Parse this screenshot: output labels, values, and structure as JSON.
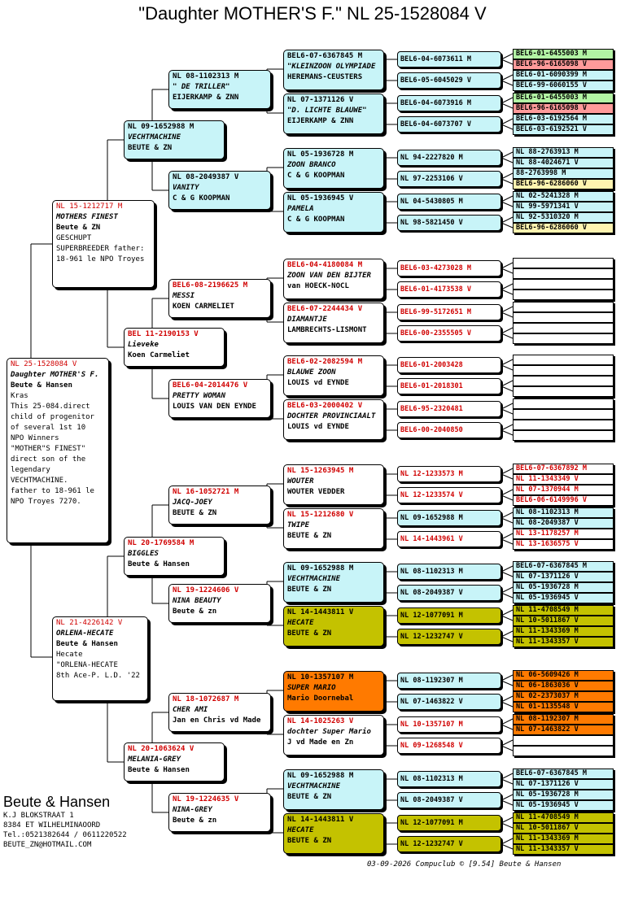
{
  "title": "\"Daughter MOTHER'S F.\"  NL  25-1528084 V",
  "subject": {
    "ring": "NL  25-1528084 V",
    "name": "Daughter MOTHER'S F.",
    "owner": "Beute & Hansen",
    "color": "Kras",
    "notes": [
      "This 25-084.direct",
      "child of progenitor",
      "of several 1st 10",
      "NPO Winners",
      "\"MOTHER\"S FINEST\"",
      "direct son of the",
      "legendary",
      "VECHTMACHINE.",
      "father to 18-961 le",
      "NPO Troyes 7270."
    ]
  },
  "sire": {
    "ring": "NL  15-1212717 M",
    "name": "MOTHERS FINEST",
    "owner": "Beute & ZN",
    "notes": [
      "GESCHUPT",
      "SUPERBREEDER father:",
      "18-961 le NPO Troyes"
    ]
  },
  "dam": {
    "ring": "NL  21-4226142 V",
    "name": "ORLENA-HECATE",
    "owner": "Beute & Hansen",
    "notes": [
      "Hecate",
      "\"ORLENA-HECATE",
      "8th Ace-P. L.D.  '22"
    ]
  },
  "gen2": [
    {
      "ring": "NL  09-1652988 M",
      "name": "VECHTMACHINE",
      "owner": "BEUTE & ZN"
    },
    {
      "ring": "BEL 11-2190153 V",
      "name": "Lieveke",
      "owner": "Koen Carmeliet"
    },
    {
      "ring": "NL  20-1769584 M",
      "name": "BIGGLES",
      "owner": "Beute & Hansen"
    },
    {
      "ring": "NL  20-1063624 V",
      "name": "MELANIA-GREY",
      "owner": "Beute & Hansen"
    }
  ],
  "gen3": [
    {
      "ring": "NL  08-1102313 M",
      "name": "\" DE TRILLER\"",
      "owner": "EIJERKAMP & ZNN"
    },
    {
      "ring": "NL  08-2049387 V",
      "name": "VANITY",
      "owner": "C & G KOOPMAN"
    },
    {
      "ring": "BEL6-08-2196625 M",
      "name": "MESSI",
      "owner": "KOEN CARMELIET"
    },
    {
      "ring": "BEL6-04-2014476 V",
      "name": "PRETTY WOMAN",
      "owner": "LOUIS VAN DEN EYNDE"
    },
    {
      "ring": "NL  16-1052721 M",
      "name": "JACQ-JOEY",
      "owner": "BEUTE & ZN"
    },
    {
      "ring": "NL  19-1224606 V",
      "name": "NINA BEAUTY",
      "owner": "Beute & zn"
    },
    {
      "ring": "NL  18-1072687 M",
      "name": "CHER AMI",
      "owner": "Jan en Chris vd Made"
    },
    {
      "ring": "NL  19-1224635 V",
      "name": "NINA-GREY",
      "owner": "Beute & zn"
    }
  ],
  "gen4": [
    {
      "ring": "BEL6-07-6367845 M",
      "name": "\"KLEINZOON OLYMPIADE",
      "owner": "HEREMANS-CEUSTERS"
    },
    {
      "ring": "NL  07-1371126 V",
      "name": "\"D. LICHTE BLAUWE\"",
      "owner": "EIJERKAMP & ZNN"
    },
    {
      "ring": "NL  05-1936728 M",
      "name": "ZOON BRANCO",
      "owner": "C & G KOOPMAN"
    },
    {
      "ring": "NL  05-1936945 V",
      "name": "PAMELA",
      "owner": "C & G KOOPMAN"
    },
    {
      "ring": "BEL6-04-4180084 M",
      "name": "ZOON VAN DEN BIJTER",
      "owner": "van HOECK-NOCL"
    },
    {
      "ring": "BEL6-07-2244434 V",
      "name": "DIAMANTJE",
      "owner": "LAMBRECHTS-LISMONT"
    },
    {
      "ring": "BEL6-02-2082594 M",
      "name": "BLAUWE ZOON",
      "owner": "LOUIS vd EYNDE"
    },
    {
      "ring": "BEL6-03-2000402 V",
      "name": "DOCHTER PROVINCIAALT",
      "owner": "LOUIS vd EYNDE"
    },
    {
      "ring": "NL  15-1263945 M",
      "name": "WOUTER",
      "owner": "WOUTER VEDDER"
    },
    {
      "ring": "NL  15-1212680 V",
      "name": "TWIPE",
      "owner": "BEUTE & ZN"
    },
    {
      "ring": "NL  09-1652988 M",
      "name": "VECHTMACHINE",
      "owner": "BEUTE & ZN"
    },
    {
      "ring": "NL  14-1443811 V",
      "name": "HECATE",
      "owner": "BEUTE & ZN"
    },
    {
      "ring": "NL  10-1357107 M",
      "name": "SUPER MARIO",
      "owner": "Mario Doornebal"
    },
    {
      "ring": "NL  14-1025263 V",
      "name": "dochter Super Mario",
      "owner": "J vd Made en Zn"
    },
    {
      "ring": "NL  09-1652988 M",
      "name": "VECHTMACHINE",
      "owner": "BEUTE & ZN"
    },
    {
      "ring": "NL  14-1443811 V",
      "name": "HECATE",
      "owner": "BEUTE & ZN"
    }
  ],
  "gen5": [
    "BEL6-04-6073611 M",
    "BEL6-05-6045029 V",
    "BEL6-04-6073916 M",
    "BEL6-04-6073707 V",
    "NL  94-2227820 M",
    "NL  97-2253106 V",
    "NL  04-5430805 M",
    "NL  98-5821450 V",
    "BEL6-03-4273028 M",
    "BEL6-01-4173538 V",
    "BEL6-99-5172651 M",
    "BEL6-00-2355505 V",
    "BEL6-01-2003428",
    "BEL6-01-2018301",
    "BEL6-95-2320481",
    "BEL6-00-2040850",
    "NL  12-1233573 M",
    "NL  12-1233574 V",
    "NL  09-1652988 M",
    "NL  14-1443961 V",
    "NL  08-1102313 M",
    "NL  08-2049387 V",
    "NL  12-1077091 M",
    "NL  12-1232747 V",
    "NL  08-1192307 M",
    "NL  07-1463822 V",
    "NL  10-1357107 M",
    "NL  09-1268548 V",
    "NL  08-1102313 M",
    "NL  08-2049387 V",
    "NL  12-1077091 M",
    "NL  12-1232747 V"
  ],
  "gen6": [
    "BEL6-01-6455003 M",
    "BEL6-96-6165098 V",
    "BEL6-01-6090399 M",
    "BEL6-99-6060155 V",
    "BEL6-01-6455003 M",
    "BEL6-96-6165098 V",
    "BEL6-03-6192564 M",
    "BEL6-03-6192521 V",
    "NL  88-2763913 M",
    "NL  88-4024671 V",
    "    88-2763998 M",
    "BEL6-96-6286060 V",
    "NL  02-5241328 M",
    "NL  99-5971341 V",
    "NL  92-5310320 M",
    "BEL6-96-6286060 V",
    "",
    "",
    "",
    "",
    "",
    "",
    "",
    "",
    "",
    "",
    "",
    "",
    "",
    "",
    "",
    "",
    "BEL6-07-6367892 M",
    "NL  11-1343349 V",
    "NL  07-1370944 M",
    "BEL6-06-6149996 V",
    "NL  08-1102313 M",
    "NL  08-2049387 V",
    "NL  13-1178257 M",
    "NL  13-1636575 V",
    "BEL6-07-6367845 M",
    "NL  07-1371126 V",
    "NL  05-1936728 M",
    "NL  05-1936945 V",
    "NL  11-4708549 M",
    "NL  10-5011867 V",
    "NL  11-1343369 M",
    "NL  11-1343357 V",
    "NL  06-5609426 M",
    "NL  06-1863036 V",
    "NL  02-2373037 M",
    "NL  01-1135548 V",
    "NL  08-1192307 M",
    "NL  07-1463822 V",
    "",
    "",
    "BEL6-07-6367845 M",
    "NL  07-1371126 V",
    "NL  05-1936728 M",
    "NL  05-1936945 V",
    "NL  11-4708549 M",
    "NL  10-5011867 V",
    "NL  11-1343369 M",
    "NL  11-1343357 V"
  ],
  "breeder": {
    "name": "Beute & Hansen",
    "address1": "K.J BLOKSTRAAT 1",
    "address2": "8384 ET  WILHELMINAOORD",
    "phone": "Tel.:0521382644 / 0611220522",
    "email": "BEUTE_ZN@HOTMAIL.COM"
  },
  "footer": "03-09-2026   Compuclub © [9.54]  Beute & Hansen"
}
